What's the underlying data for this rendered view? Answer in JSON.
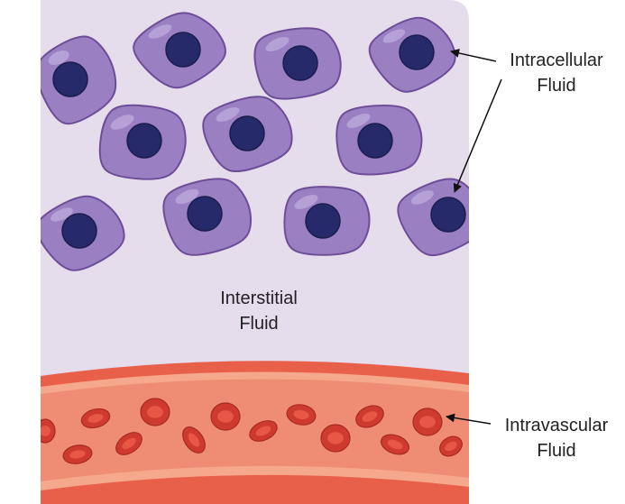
{
  "labels": {
    "intracellular_line1": "Intracellular",
    "intracellular_line2": "Fluid",
    "interstitial_line1": "Interstitial",
    "interstitial_line2": "Fluid",
    "intravascular_line1": "Intravascular",
    "intravascular_line2": "Fluid"
  },
  "colors": {
    "interstitial_bg": "#e5dcec",
    "cell_fill": "#9a80c2",
    "cell_outline": "#6e4d98",
    "cell_highlight": "#b6a1d6",
    "nucleus_fill": "#262a6a",
    "vessel_outer": "#e9604a",
    "vessel_light": "#f6a88c",
    "vessel_lumen": "#ef8d74",
    "rbc_fill": "#cf3a2e",
    "rbc_center": "#e85646",
    "rbc_outline": "#a72a22",
    "text": "#222222"
  }
}
